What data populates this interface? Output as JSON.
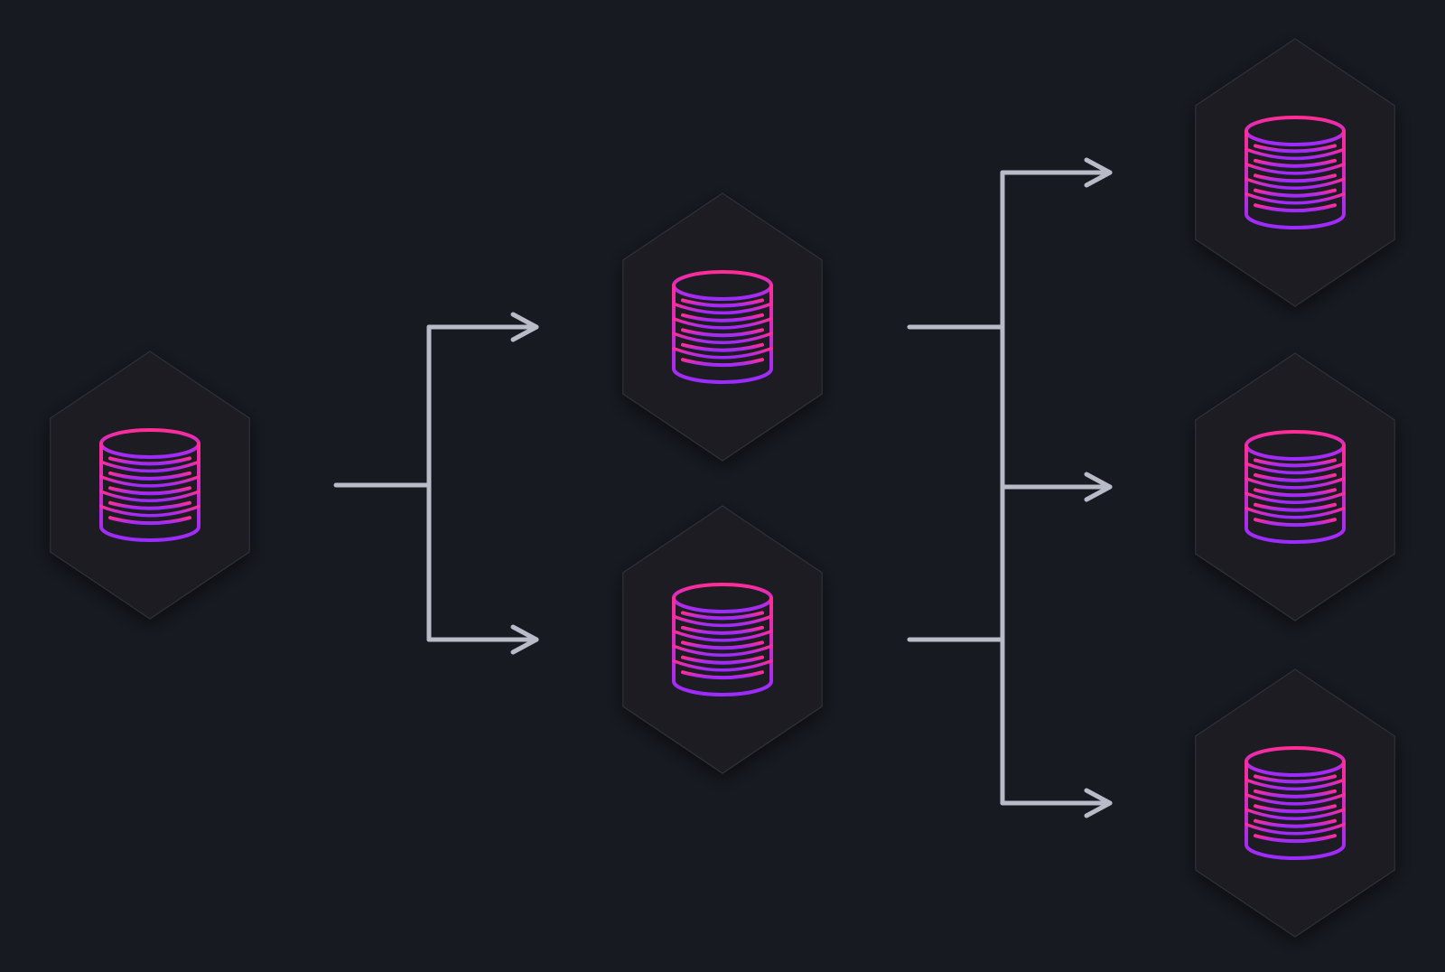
{
  "diagram": {
    "nodes": [
      {
        "id": "source",
        "icon": "database-icon",
        "tier": 1,
        "row": 1
      },
      {
        "id": "mid-top",
        "icon": "database-icon",
        "tier": 2,
        "row": 1
      },
      {
        "id": "mid-bottom",
        "icon": "database-icon",
        "tier": 2,
        "row": 2
      },
      {
        "id": "out-top",
        "icon": "database-icon",
        "tier": 3,
        "row": 1
      },
      {
        "id": "out-middle",
        "icon": "database-icon",
        "tier": 3,
        "row": 2
      },
      {
        "id": "out-bottom",
        "icon": "database-icon",
        "tier": 3,
        "row": 3
      }
    ],
    "edges": [
      {
        "from": "source",
        "to": "mid-top"
      },
      {
        "from": "source",
        "to": "mid-bottom"
      },
      {
        "from": "mid-top",
        "to": "out-top"
      },
      {
        "from": "mid-top",
        "to": "out-middle"
      },
      {
        "from": "mid-top",
        "to": "out-bottom"
      },
      {
        "from": "mid-bottom",
        "to": "out-top"
      },
      {
        "from": "mid-bottom",
        "to": "out-middle"
      },
      {
        "from": "mid-bottom",
        "to": "out-bottom"
      }
    ],
    "colors": {
      "background": "#171a21",
      "node_fill": "#1a1d23",
      "node_edge": "#2e3139",
      "connector": "#b8bcc8",
      "icon_gradient_top": "#ff2d95",
      "icon_gradient_bottom": "#9b2bff"
    }
  }
}
